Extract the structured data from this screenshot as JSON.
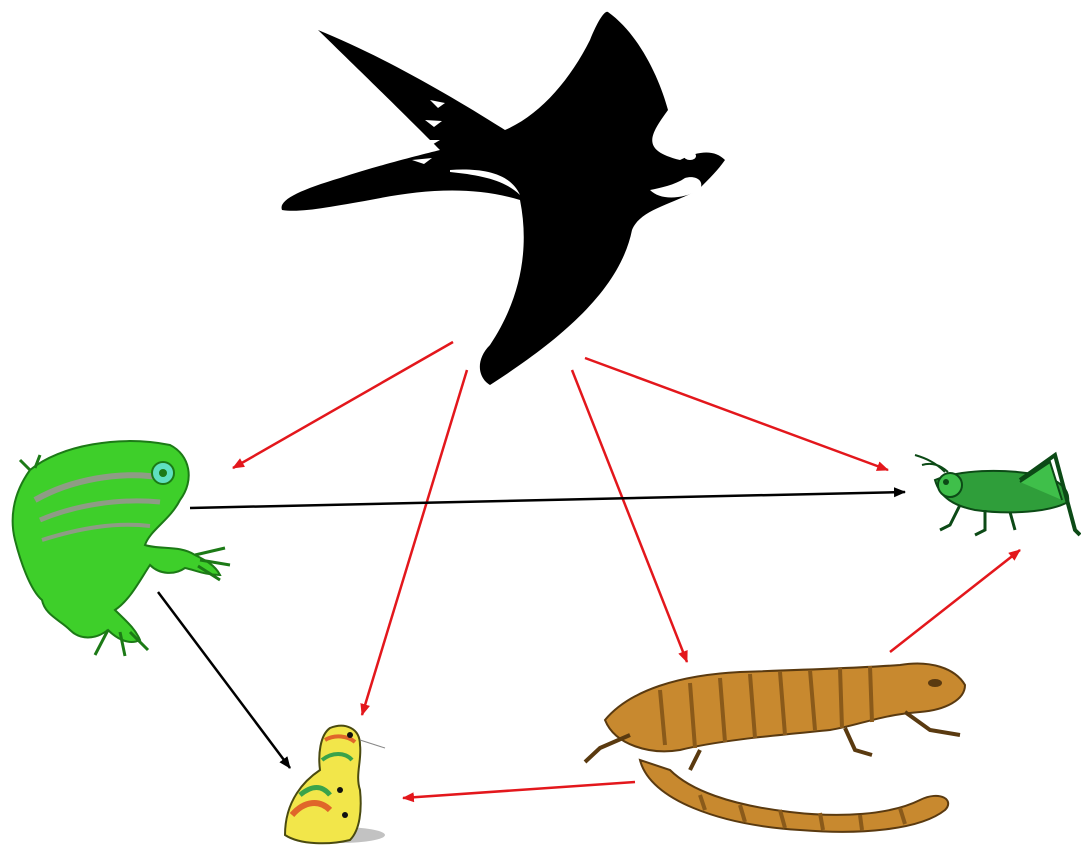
{
  "diagram": {
    "type": "food-web",
    "organisms": [
      {
        "id": "bird",
        "name": "swallow-bird"
      },
      {
        "id": "frog",
        "name": "green-frog"
      },
      {
        "id": "grasshopper",
        "name": "grasshopper"
      },
      {
        "id": "caterpillar",
        "name": "caterpillar"
      },
      {
        "id": "lizard",
        "name": "lizard"
      }
    ],
    "arrows": [
      {
        "from": "bird",
        "to": "frog",
        "color": "red"
      },
      {
        "from": "bird",
        "to": "caterpillar",
        "color": "red"
      },
      {
        "from": "bird",
        "to": "lizard",
        "color": "red"
      },
      {
        "from": "bird",
        "to": "grasshopper",
        "color": "red"
      },
      {
        "from": "frog",
        "to": "grasshopper",
        "color": "black"
      },
      {
        "from": "frog",
        "to": "caterpillar",
        "color": "black"
      },
      {
        "from": "lizard",
        "to": "caterpillar",
        "color": "red"
      },
      {
        "from": "lizard",
        "to": "grasshopper",
        "color": "red"
      }
    ]
  },
  "colors": {
    "red_arrow": "#e3171c",
    "black_arrow": "#000000",
    "bird": "#000000",
    "frog": "#3ecf2a",
    "grasshopper": "#2f9e3a",
    "lizard": "#c8892f",
    "caterpillar": "#f2e64a"
  }
}
